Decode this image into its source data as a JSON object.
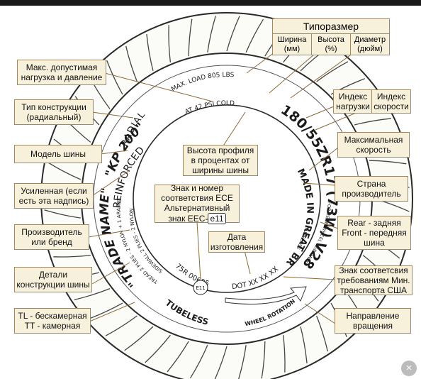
{
  "tire": {
    "size_code": "180/55ZR17 (73W) V280",
    "max_load": "MAX. LOAD 805 LBS",
    "max_load_psi": "AT 42 PSI COLD",
    "radial": "RADIAL",
    "reinforced": "REINFORCED",
    "model": "\"KP 200\"",
    "trade_name": "\"TRADE NAME\"",
    "made_in": "MADE IN GREAT BRITAIN",
    "tubeless_note": "TUBELESS",
    "rear_use": "FOR REAR WHEEL USE ONLY",
    "dot_code": "DOT XX XX XXXX 2703",
    "wheel_rotation": "WHEEL ROTATION",
    "tubeless": "TUBELESS",
    "e11_mark": "E11",
    "ece_code": "75R 00605",
    "sidewall_detail": "SIDEWALL 2 PLIES - 2 NYLON",
    "tread_detail": "TREAD 2 PLIES - 2 NYLON + 1 ARAMID"
  },
  "labels": {
    "tiporazmer": "Типоразмер",
    "width": "Ширина (мм)",
    "height": "Высота (%)",
    "diameter": "Диаметр (дюйм)",
    "max_load": "Макс. допустимая нагрузка и давление",
    "construction_type": "Тип конструкции (радиальный)",
    "model": "Модель шины",
    "reinforced": "Усиленная (если есть эта надпись)",
    "brand": "Производитель или бренд",
    "construction_details": "Детали конструкции шины",
    "tl_tt_line1": "TL - бескамерная",
    "tl_tt_line2": "TT - камерная",
    "profile_height": "Высота профиля в процентах от ширины шины",
    "ece_line1": "Знак и номер соответствия ECE",
    "ece_line2": "Альтернативный знак EEC-",
    "ece_badge": "e11",
    "date": "Дата изготовления",
    "load_index": "Индекс нагрузки",
    "speed_index": "Индекс скорости",
    "max_speed": "Максимальная скорость",
    "country": "Страна производитель",
    "rear_front_1": "Rear - задняя",
    "rear_front_2": "Front - передняя шина",
    "dot": "Знак соответсвия требованиям Мин. транспорта США",
    "rotation": "Направление вращения"
  },
  "close_icon": "×"
}
